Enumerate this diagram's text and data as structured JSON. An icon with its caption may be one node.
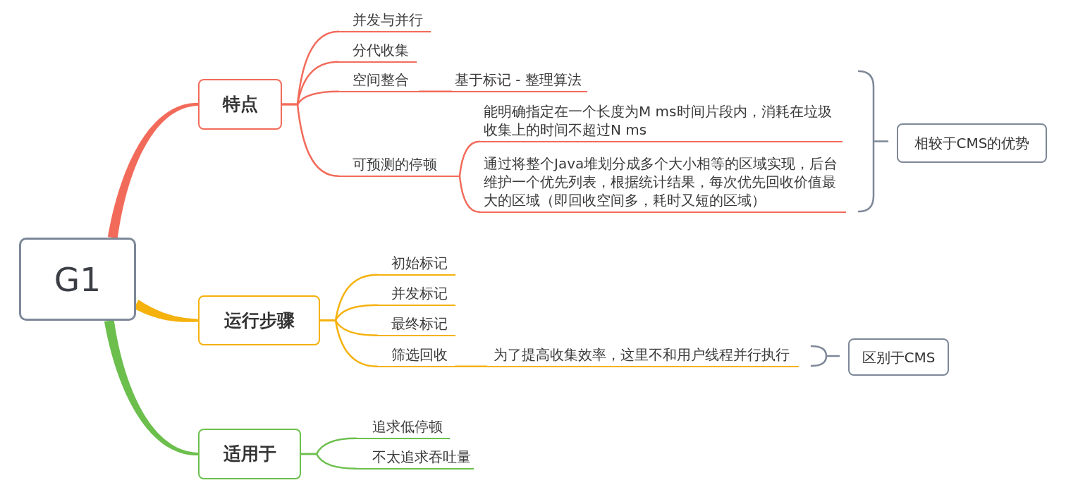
{
  "diagram": {
    "nodes": [
      {
        "text": [
          "G1"
        ]
      },
      {
        "text": [
          "特点"
        ]
      },
      {
        "text": [
          "并发与并行"
        ]
      },
      {
        "text": [
          "分代收集"
        ]
      },
      {
        "text": [
          "空间整合"
        ]
      },
      {
        "text": [
          "基于标记 - 整理算法"
        ]
      },
      {
        "text": [
          "可预测的停顿"
        ]
      },
      {
        "text": [
          "能明确指定在一个长度为M ms时间片段内，消耗在垃圾收集上的时间不超过N ms"
        ]
      },
      {
        "text": [
          "通过将整个Java堆划分成多个大小相等的区域实现，后台维护一个优先列表，根据统计结果，每次优先回收价值最大的区域（即回收空间多，耗时又短的区域）"
        ]
      },
      {
        "text": [
          "相较于CMS的优势"
        ]
      },
      {
        "text": [
          "运行步骤"
        ]
      },
      {
        "text": [
          "初始标记"
        ]
      },
      {
        "text": [
          "并发标记"
        ]
      },
      {
        "text": [
          "最终标记"
        ]
      },
      {
        "text": [
          "筛选回收"
        ]
      },
      {
        "text": [
          "为了提高收集效率，这里不和用户线程并行执行"
        ]
      },
      {
        "text": [
          "区别于CMS"
        ]
      },
      {
        "text": [
          "适用于"
        ]
      },
      {
        "text": [
          "追求低停顿"
        ]
      },
      {
        "text": [
          "不太追求吞吐量"
        ]
      }
    ],
    "edges": [
      {
        "from": 0,
        "to": 1,
        "arrow": "none",
        "style": "thick"
      },
      {
        "from": 1,
        "to": 2,
        "arrow": "none"
      },
      {
        "from": 1,
        "to": 3,
        "arrow": "none"
      },
      {
        "from": 1,
        "to": 4,
        "arrow": "none"
      },
      {
        "from": 4,
        "to": 5,
        "arrow": "none"
      },
      {
        "from": 1,
        "to": 6,
        "arrow": "none"
      },
      {
        "from": 6,
        "to": 7,
        "arrow": "none"
      },
      {
        "from": 6,
        "to": 8,
        "arrow": "none"
      },
      {
        "from": 0,
        "to": 10,
        "arrow": "none",
        "style": "thick",
        "color": "#f5b10c"
      },
      {
        "from": 10,
        "to": 11,
        "arrow": "none",
        "color": "#f5b10c"
      },
      {
        "from": 10,
        "to": 12,
        "arrow": "none",
        "color": "#f5b10c"
      },
      {
        "from": 10,
        "to": 13,
        "arrow": "none",
        "color": "#f5b10c"
      },
      {
        "from": 10,
        "to": 14,
        "arrow": "none",
        "color": "#f5b10c"
      },
      {
        "from": 14,
        "to": 15,
        "arrow": "none",
        "color": "#f5b10c"
      },
      {
        "from": 0,
        "to": 17,
        "arrow": "none",
        "style": "thick",
        "color": "#6cbf4d"
      },
      {
        "from": 17,
        "to": 18,
        "arrow": "none",
        "color": "#6cbf4d"
      },
      {
        "from": 17,
        "to": 19,
        "arrow": "none",
        "color": "#6cbf4d"
      }
    ]
  }
}
